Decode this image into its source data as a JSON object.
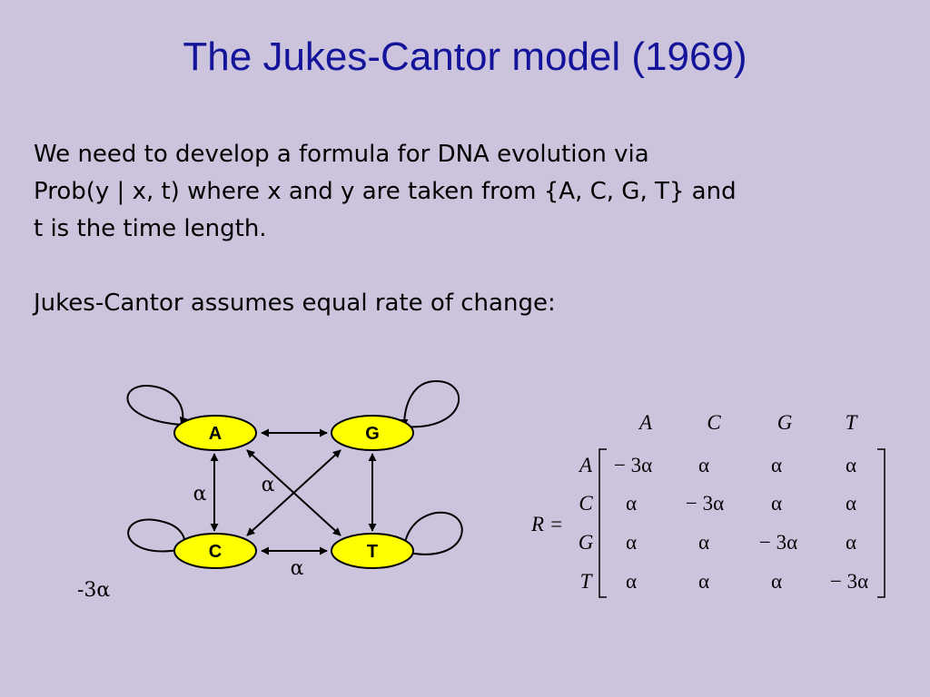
{
  "slide": {
    "title": "The Jukes-Cantor model (1969)",
    "paragraph1": {
      "line1": "We need to develop a formula for DNA evolution via",
      "line2": "Prob(y | x, t) where x and y are taken from {A, C, G, T} and",
      "line3": "t is the time length."
    },
    "paragraph2": "Jukes-Cantor assumes equal rate of change:"
  },
  "diagram": {
    "nodes": {
      "a": "A",
      "g": "G",
      "c": "C",
      "t": "T"
    },
    "rate_label_left": "α",
    "rate_label_center": "α",
    "rate_label_bottom": "α",
    "self_loop_label": "-3α",
    "colors": {
      "node_fill": "#ffff00",
      "stroke": "#000000"
    }
  },
  "matrix": {
    "lhs": "R =",
    "col_headers": [
      "A",
      "C",
      "G",
      "T"
    ],
    "row_headers": [
      "A",
      "C",
      "G",
      "T"
    ],
    "rows": [
      [
        "− 3α",
        "α",
        "α",
        "α"
      ],
      [
        "α",
        "− 3α",
        "α",
        "α"
      ],
      [
        "α",
        "α",
        "− 3α",
        "α"
      ],
      [
        "α",
        "α",
        "α",
        "− 3α"
      ]
    ]
  },
  "colors": {
    "background": "#ccc3dd",
    "title": "#14149a"
  }
}
